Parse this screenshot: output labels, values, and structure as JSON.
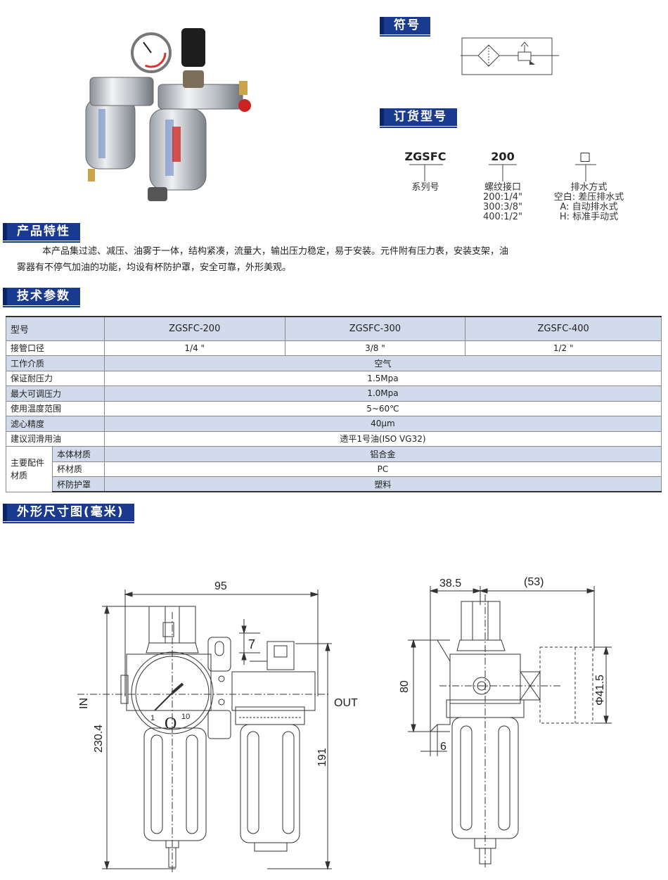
{
  "sections": {
    "symbol": "符号",
    "ordering": "订货型号",
    "features": "产品特性",
    "specs": "技术参数",
    "dimensions": "外形尺寸图(毫米)"
  },
  "ordering": {
    "series": {
      "code": "ZGSFC",
      "label": "系列号"
    },
    "thread": {
      "code": "200",
      "label": "螺纹接口",
      "options": [
        "200:1/4\"",
        "300:3/8\"",
        "400:1/2\""
      ]
    },
    "drain": {
      "code": "□",
      "label": "排水方式",
      "options": [
        "空白: 差压排水式",
        "A: 自动排水式",
        "H: 标准手动式"
      ]
    }
  },
  "features_text": "本产品集过滤、减压、油雾于一体，结构紧凑，流量大，输出压力稳定，易于安装。元件附有压力表，安装支架，油雾器有不停气加油的功能，均设有杯防护罩，安全可靠，外形美观。",
  "spec_table": {
    "model_label": "型号",
    "models": [
      "ZGSFC-200",
      "ZGSFC-300",
      "ZGSFC-400"
    ],
    "port_label": "接管口径",
    "ports": [
      "1/4 \"",
      "3/8 \"",
      "1/2 \""
    ],
    "rows": [
      {
        "label": "工作介质",
        "value": "空气"
      },
      {
        "label": "保证耐压力",
        "value": "1.5Mpa"
      },
      {
        "label": "最大可调压力",
        "value": "1.0Mpa"
      },
      {
        "label": "使用温度范围",
        "value": "5~60℃"
      },
      {
        "label": "滤心精度",
        "value": "40μm"
      },
      {
        "label": "建议润滑用油",
        "value": "透平1号油(ISO VG32)"
      }
    ],
    "material_group": "主要配件材质",
    "materials": [
      {
        "label": "本体材质",
        "value": "铝合金"
      },
      {
        "label": "杯材质",
        "value": "PC"
      },
      {
        "label": "杯防护罩",
        "value": "塑料"
      }
    ]
  },
  "dimensions": {
    "front": {
      "width": "95",
      "height": "230.4",
      "height_right": "191",
      "bracket": "7",
      "in_label": "IN",
      "out_label": "OUT",
      "gauge_min": "1",
      "gauge_max": "10",
      "gauge_zero": "O"
    },
    "side": {
      "depth": "38.5",
      "extra": "(53)",
      "body": "80",
      "bracket": "6",
      "diameter": "Φ41.5"
    }
  },
  "colors": {
    "accent": "#1a3a8f",
    "table_alt": "#d2dbeb"
  }
}
